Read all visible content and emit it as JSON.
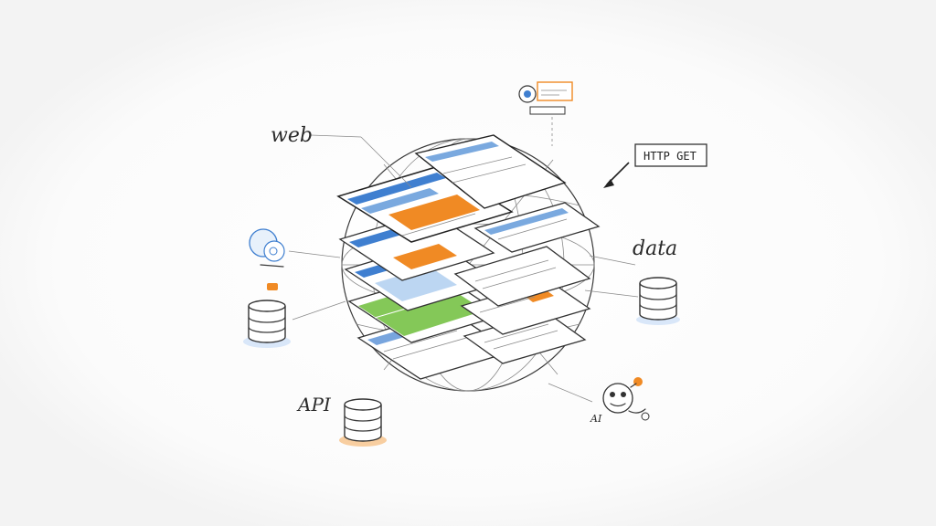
{
  "labels": {
    "web": "web",
    "http_get": "HTTP GET",
    "data": "data",
    "api": "API",
    "api_small": "AI"
  },
  "colors": {
    "ink": "#2f2f2f",
    "blue": "#3f7fd0",
    "orange": "#f08a24",
    "green": "#6fbe3b"
  },
  "icons": [
    "globe-icon",
    "database-icon",
    "chat-bubble-icon",
    "robot-icon",
    "browser-window-icon"
  ]
}
